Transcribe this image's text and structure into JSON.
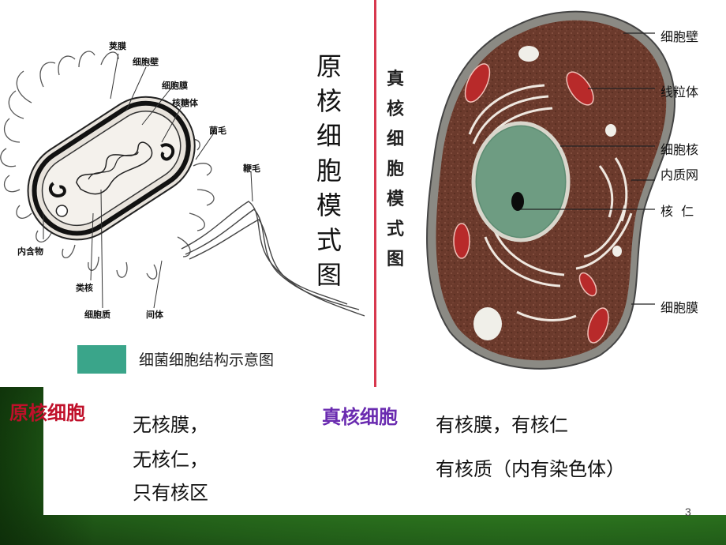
{
  "slide": {
    "page_number": "3",
    "colors": {
      "divider": "#d8384e",
      "prokaryote_header": "#c0102a",
      "eukaryote_header": "#6a2bb0",
      "legend_swatch": "#3aa58a",
      "green_band": "#2f7a20"
    }
  },
  "prokaryote": {
    "title_chars": [
      "原",
      "核",
      "细",
      "胞",
      "模",
      "式",
      "图"
    ],
    "labels": {
      "capsule": "荚膜",
      "cell_wall": "细胞壁",
      "cell_membrane": "细胞膜",
      "ribosome": "核糖体",
      "pili": "菌毛",
      "flagellum": "鞭毛",
      "inclusion": "内含物",
      "nucleoid": "类核",
      "cytoplasm": "细胞质",
      "mesosome": "间体"
    },
    "legend_caption": "细菌细胞结构示意图"
  },
  "eukaryote": {
    "title_chars": [
      "真",
      "核",
      "细",
      "胞",
      "模",
      "式",
      "图"
    ],
    "labels": {
      "cell_wall": "细胞壁",
      "mitochondria": "线粒体",
      "nucleus": "细胞核",
      "er": "内质网",
      "nucleolus": "核  仁",
      "cell_membrane": "细胞膜"
    }
  },
  "comparison": {
    "prokaryote_header": "原核细胞",
    "prokaryote_lines": [
      "无核膜，",
      "无核仁，",
      "只有核区"
    ],
    "eukaryote_header": "真核细胞",
    "eukaryote_lines": [
      "有核膜，有核仁",
      "有核质（内有染色体）"
    ]
  }
}
